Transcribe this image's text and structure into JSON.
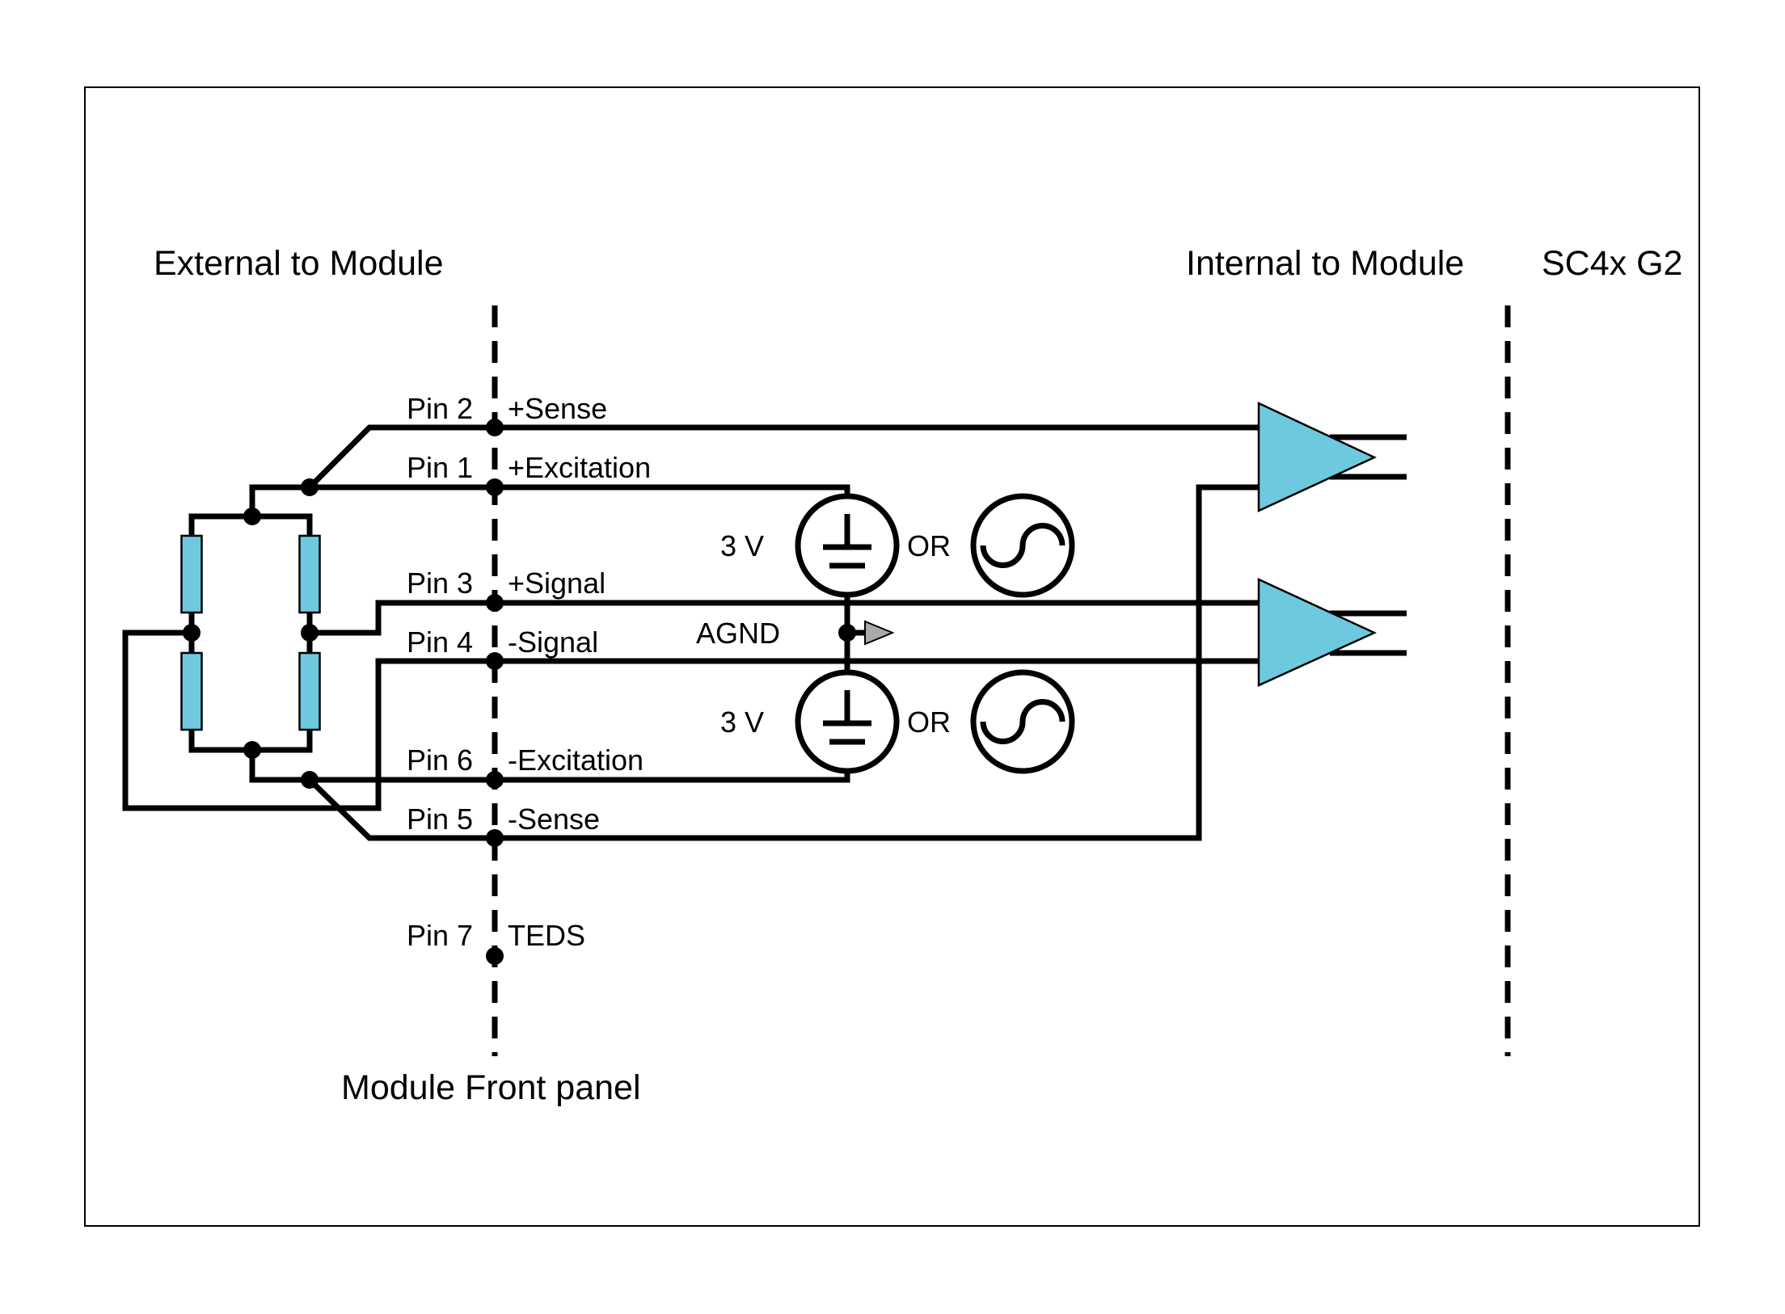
{
  "diagram": {
    "header_left": "External to Module",
    "header_right": "Internal to Module",
    "model": "SC4x G2",
    "front_panel_label": "Module Front panel",
    "pins": [
      {
        "pin": "Pin 2",
        "signal": "+Sense"
      },
      {
        "pin": "Pin 1",
        "signal": "+Excitation"
      },
      {
        "pin": "Pin 3",
        "signal": "+Signal"
      },
      {
        "pin": "Pin 4",
        "signal": "-Signal"
      },
      {
        "pin": "Pin 6",
        "signal": "-Excitation"
      },
      {
        "pin": "Pin 5",
        "signal": "-Sense"
      },
      {
        "pin": "Pin 7",
        "signal": "TEDS"
      }
    ],
    "source_top": {
      "label": "3 V",
      "or_label": "OR"
    },
    "source_bottom": {
      "label": "3 V",
      "or_label": "OR"
    },
    "agnd_label": "AGND",
    "colors": {
      "wire": "#000000",
      "component_fill": "#6fc9de",
      "agnd_arrow_fill": "#a9a9a9",
      "background": "#ffffff"
    }
  }
}
